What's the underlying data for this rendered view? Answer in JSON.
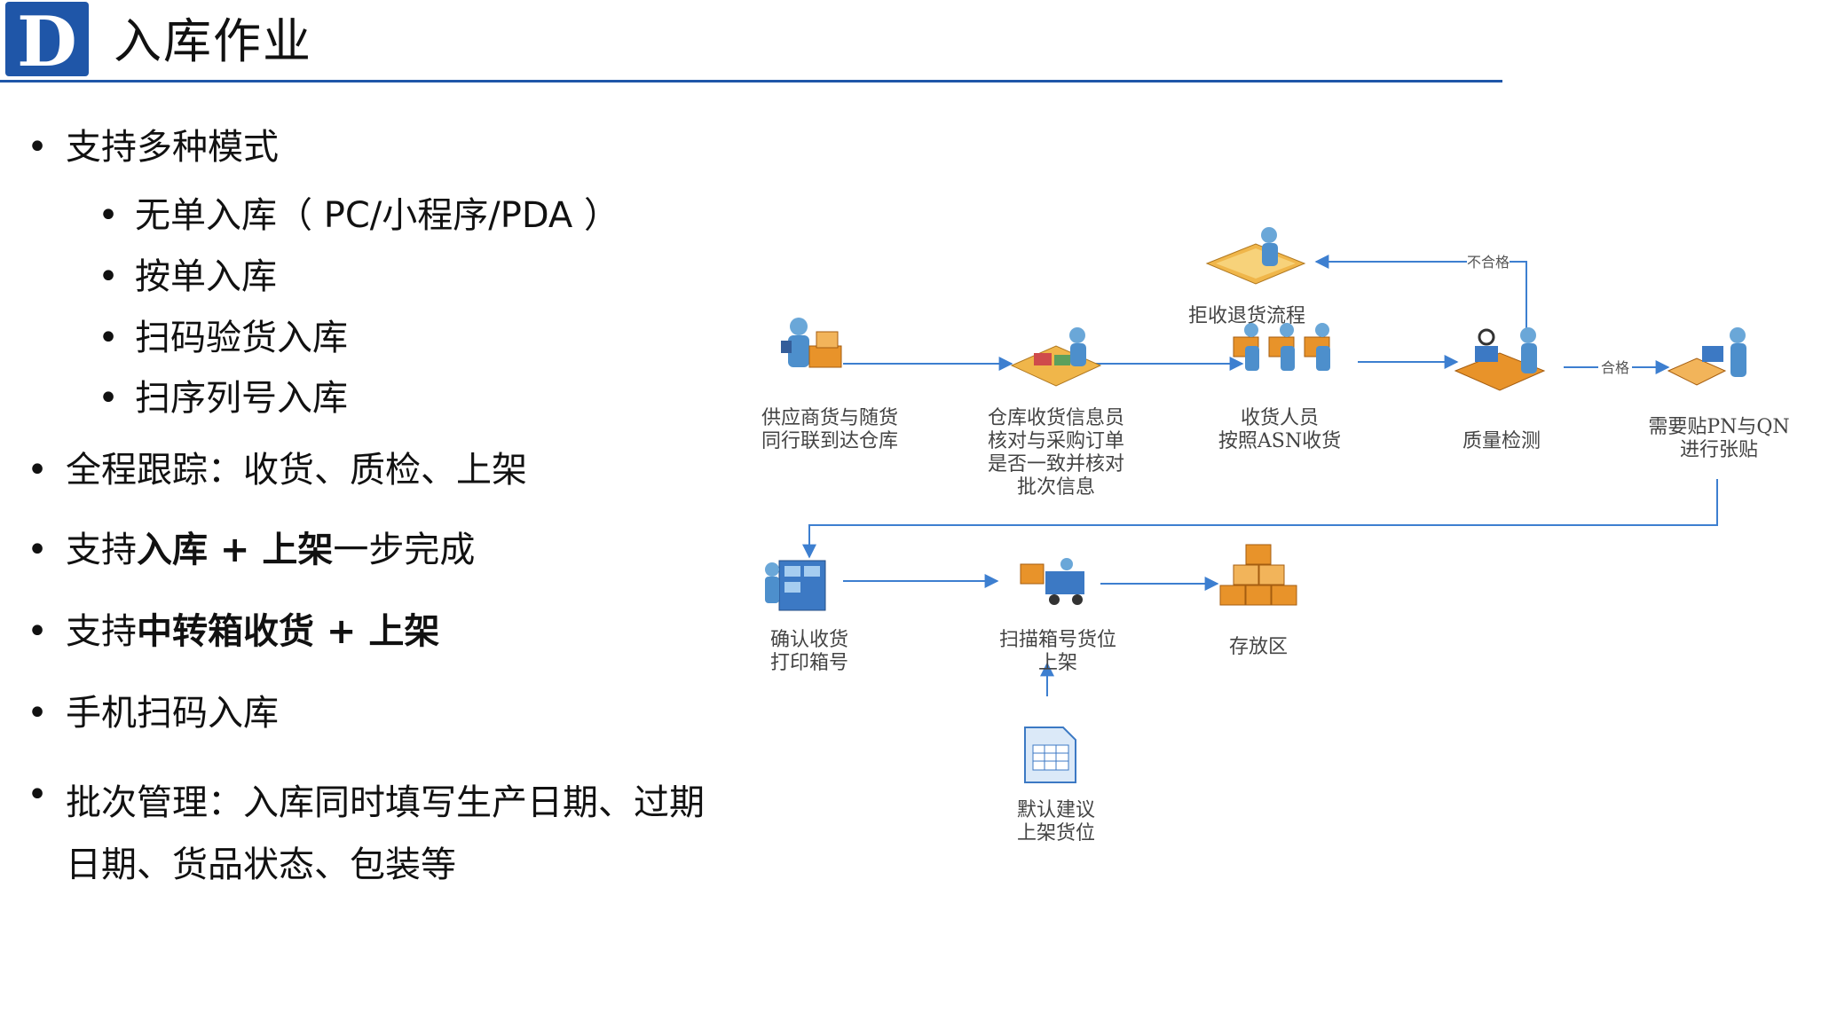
{
  "header": {
    "logo_letter": "D",
    "title": "入库作业",
    "brand_color": "#1f56a8"
  },
  "bullets": [
    {
      "level": 1,
      "parts": [
        {
          "t": "支持多种模式",
          "b": false
        }
      ]
    },
    {
      "level": 2,
      "parts": [
        {
          "t": "无单入库（ PC/小程序/PDA ）",
          "b": false
        }
      ]
    },
    {
      "level": 2,
      "parts": [
        {
          "t": "按单入库",
          "b": false
        }
      ]
    },
    {
      "level": 2,
      "parts": [
        {
          "t": "扫码验货入库",
          "b": false
        }
      ]
    },
    {
      "level": 2,
      "parts": [
        {
          "t": "扫序列号入库",
          "b": false
        }
      ]
    },
    {
      "level": 1,
      "parts": [
        {
          "t": "全程跟踪：收货、质检、上架",
          "b": false
        }
      ]
    },
    {
      "level": 1,
      "parts": [
        {
          "t": "支持",
          "b": false
        },
        {
          "t": "入库 + 上架",
          "b": true
        },
        {
          "t": "一步完成",
          "b": false
        }
      ]
    },
    {
      "level": 1,
      "parts": [
        {
          "t": "支持",
          "b": false
        },
        {
          "t": "中转箱收货 + 上架",
          "b": true
        }
      ]
    },
    {
      "level": 1,
      "parts": [
        {
          "t": "手机扫码入库",
          "b": false
        }
      ]
    },
    {
      "level": 1,
      "parts": [
        {
          "t": "批次管理：入库同时填写生产日期、过期日期、货品状态、包装等",
          "b": false
        }
      ]
    }
  ],
  "bullet_symbol": "•",
  "flow": {
    "reject": [
      "拒收退货流程"
    ],
    "supplier": [
      "供应商货与随货",
      "同行联到达仓库"
    ],
    "clerk": [
      "仓库收货信息员",
      "核对与采购订单",
      "是否一致并核对",
      "批次信息"
    ],
    "receiver": [
      "收货人员",
      "按照ASN收货"
    ],
    "qc": [
      "质量检测"
    ],
    "label": [
      "需要贴PN与QN",
      "进行张贴"
    ],
    "confirm": [
      "确认收货",
      "打印箱号"
    ],
    "scan": [
      "扫描箱号货位",
      "上架"
    ],
    "storage": [
      "存放区"
    ],
    "default": [
      "默认建议",
      "上架货位"
    ],
    "fail_label": "不合格",
    "pass_label": "合格"
  }
}
